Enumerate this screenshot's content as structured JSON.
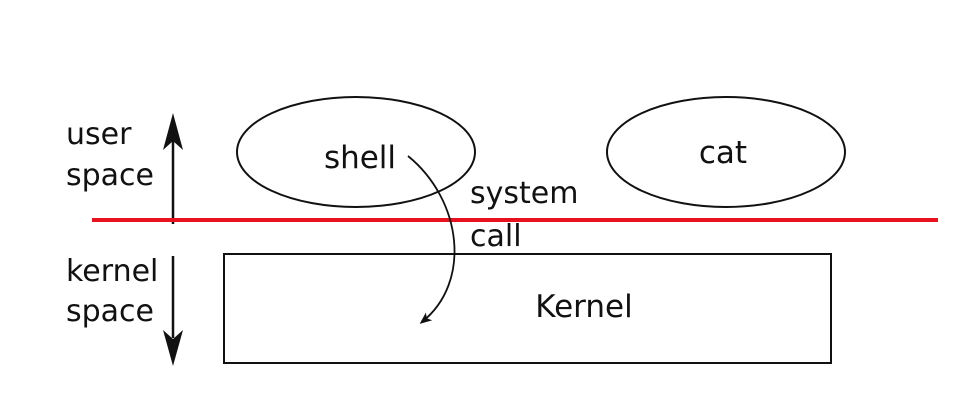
{
  "regions": {
    "user": {
      "line1": "user",
      "line2": "space"
    },
    "kernel": {
      "line1": "kernel",
      "line2": "space"
    }
  },
  "nodes": {
    "shell": "shell",
    "cat": "cat",
    "kernel": "Kernel"
  },
  "syscall": {
    "line1": "system",
    "line2": "call"
  },
  "colors": {
    "boundary": "#e8121f",
    "ink": "#111111"
  }
}
